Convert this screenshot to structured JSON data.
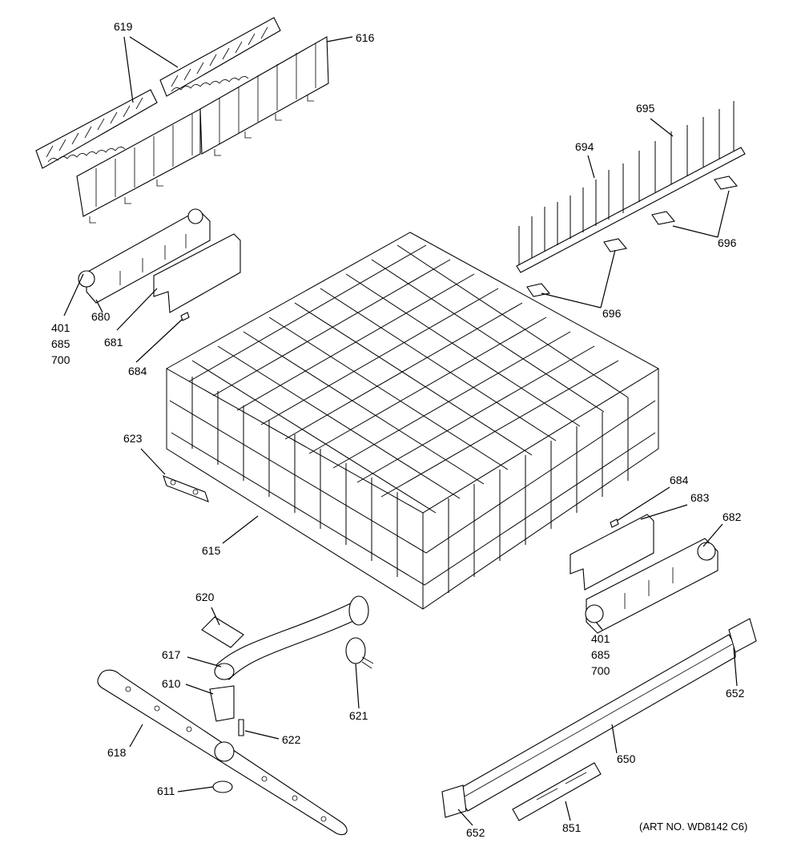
{
  "art_number": "(ART NO. WD8142 C6)",
  "callouts": {
    "c619": "619",
    "c616": "616",
    "c695": "695",
    "c694": "694",
    "c696a": "696",
    "c696b": "696",
    "c401a": "401",
    "c685a": "685",
    "c700a": "700",
    "c680": "680",
    "c681": "681",
    "c684a": "684",
    "c623": "623",
    "c615": "615",
    "c684b": "684",
    "c683": "683",
    "c682": "682",
    "c401b": "401",
    "c685b": "685",
    "c700b": "700",
    "c620": "620",
    "c617": "617",
    "c610": "610",
    "c621": "621",
    "c622": "622",
    "c618": "618",
    "c611": "611",
    "c652a": "652",
    "c650": "650",
    "c652b": "652",
    "c851": "851"
  }
}
